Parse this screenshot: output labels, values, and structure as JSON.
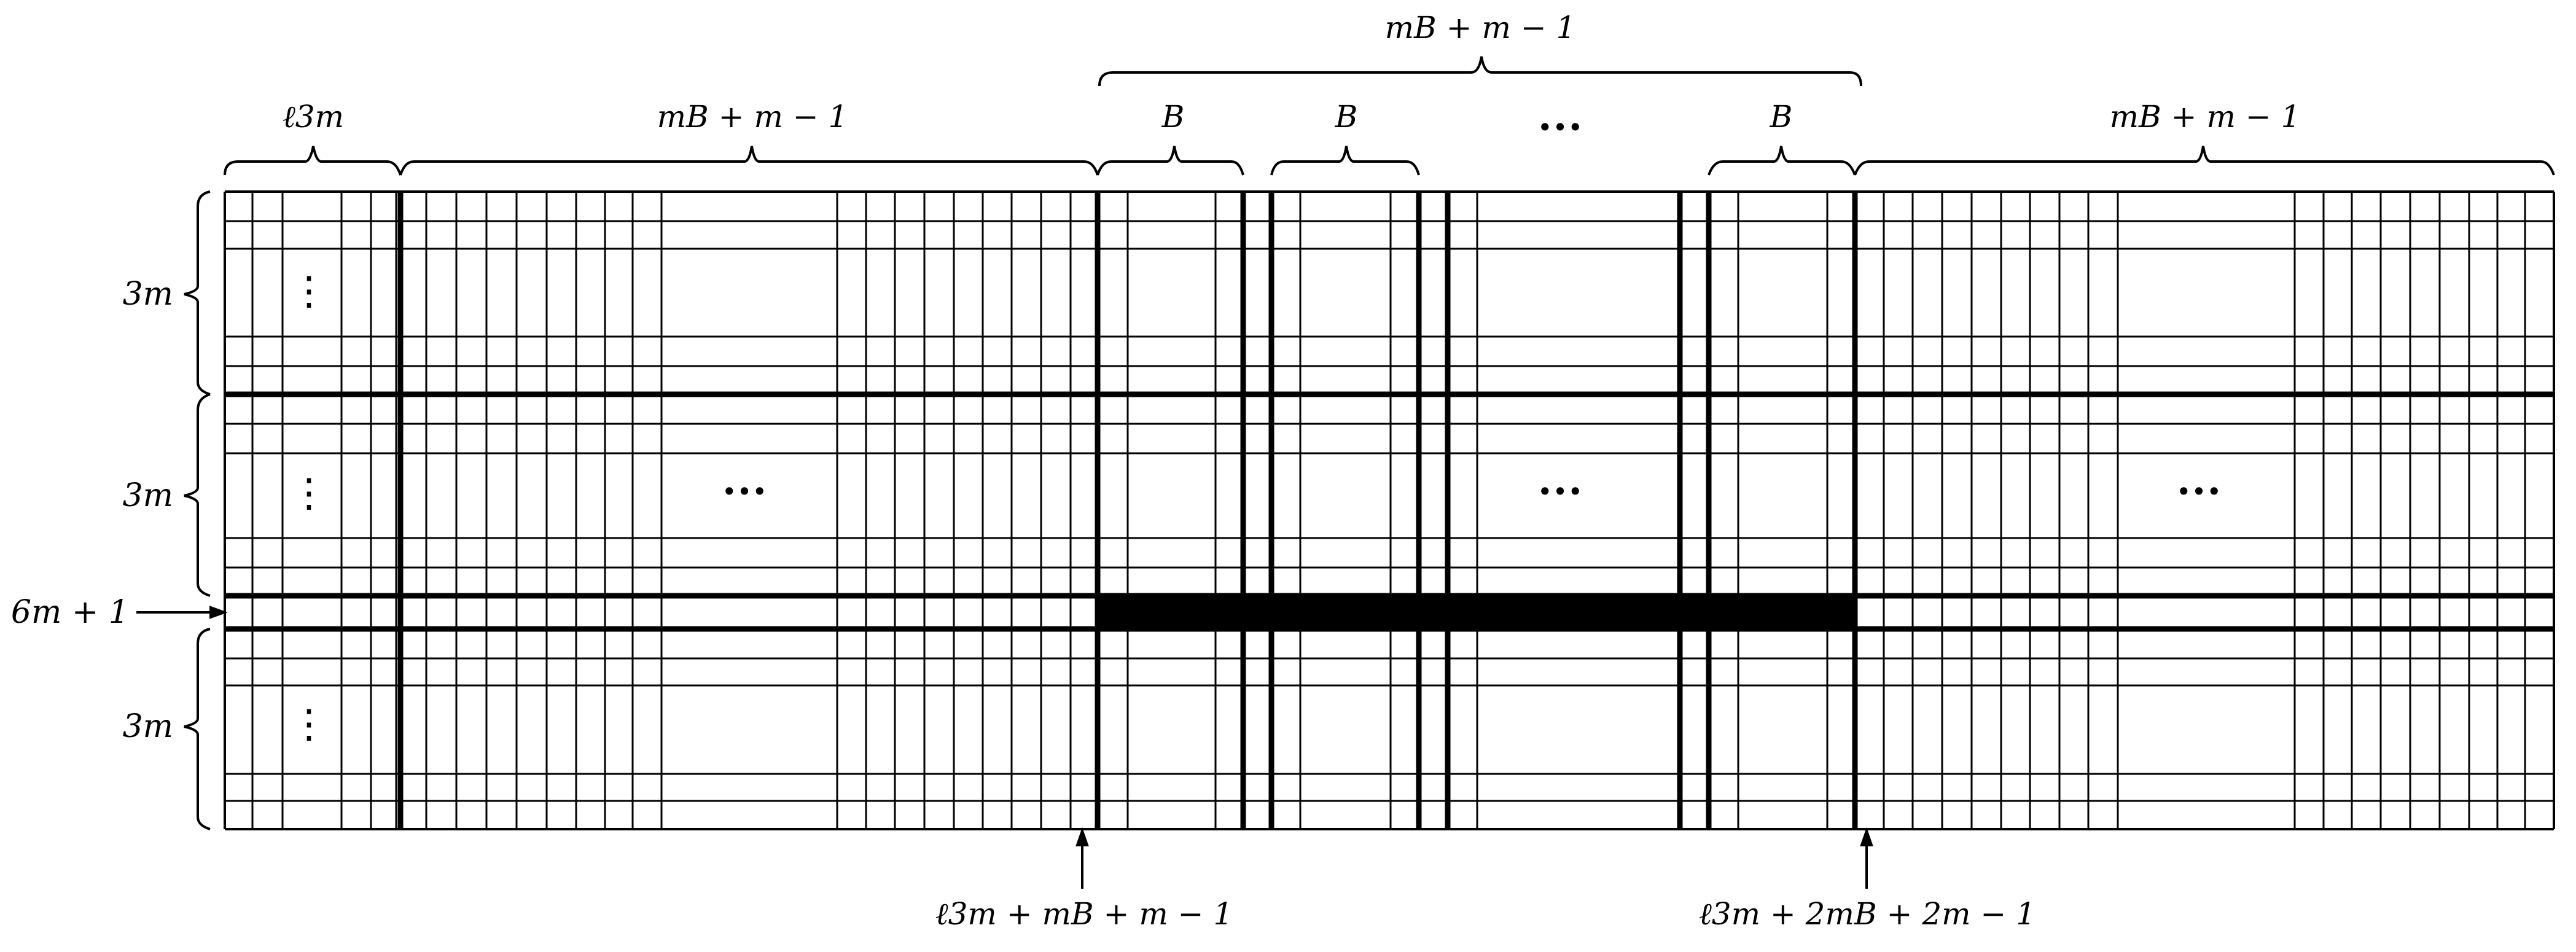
{
  "top_labels": {
    "span_group": "mB + m − 1",
    "left_block_width": "ℓ3m",
    "left_wide_block": "mB + m − 1",
    "block_b_1": "B",
    "block_b_2": "B",
    "block_b_last": "B",
    "right_wide_block": "mB + m − 1",
    "column_ellipsis": "•••"
  },
  "left_labels": {
    "top_band": "3m",
    "middle_band": "3m",
    "marked_row": "6m + 1",
    "bottom_band": "3m"
  },
  "bottom_labels": {
    "left_arrow": "ℓ3m + mB + m − 1",
    "right_arrow": "ℓ3m + 2mB + 2m − 1"
  },
  "grid_ellipses": {
    "vertical": "⋮",
    "horizontal": "•••"
  },
  "colors": {
    "lines": "#000000",
    "background": "#ffffff",
    "highlight_bar": "#000000"
  }
}
